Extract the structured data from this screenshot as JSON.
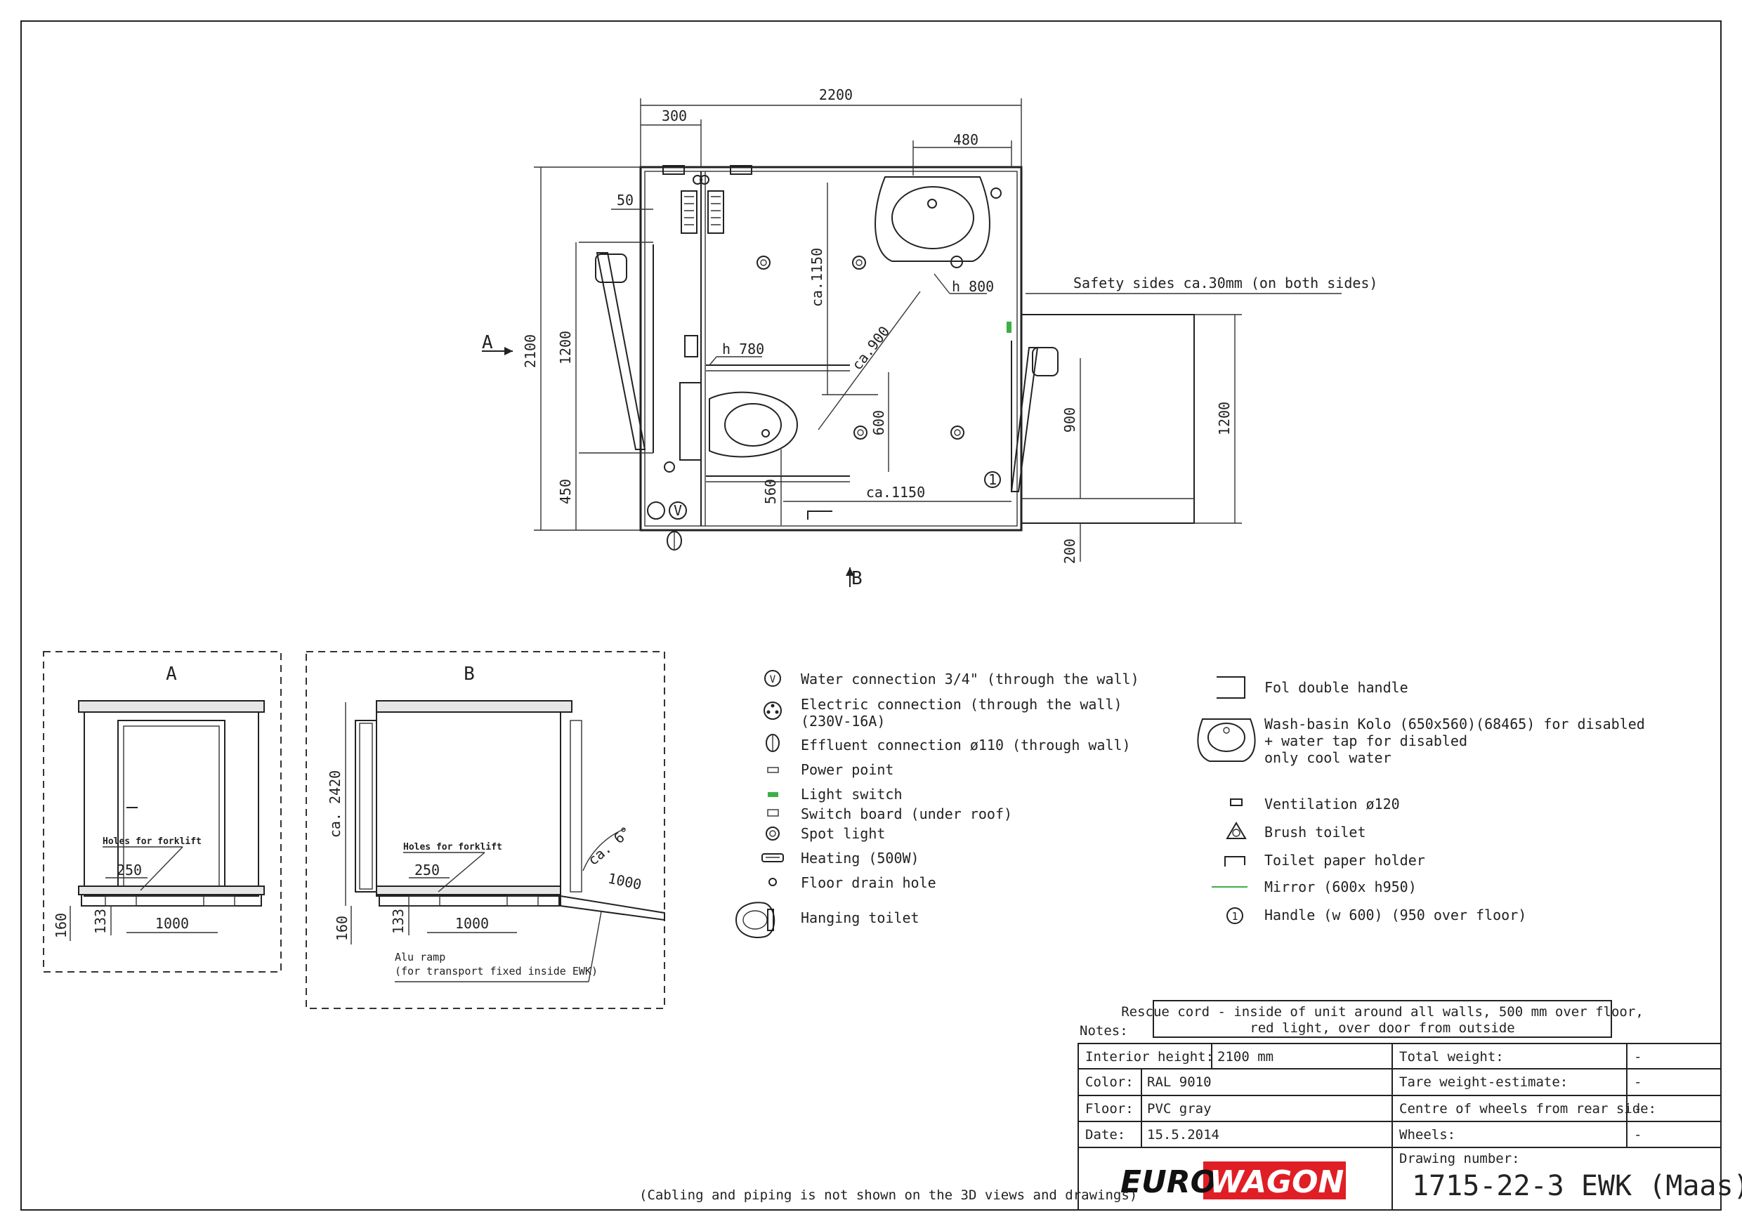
{
  "plan": {
    "dims": {
      "d2200": "2200",
      "d300": "300",
      "d480": "480",
      "d50": "50",
      "d2100": "2100",
      "d1200a": "1200",
      "d450": "450",
      "dca1150v": "ca.1150",
      "dca900": "ca.900",
      "h800": "h 800",
      "h780": "h 780",
      "d600": "600",
      "d560": "560",
      "dca1150h": "ca.1150",
      "d900": "900",
      "d1200b": "1200",
      "d200": "200"
    },
    "safety_note": "Safety sides ca.30mm (on both sides)",
    "section_a": "A",
    "section_b": "B",
    "handle_marker": "1",
    "water_marker": "V"
  },
  "view_a": {
    "title": "A",
    "forklift_label": "Holes for forklift",
    "d250": "250",
    "d1000": "1000",
    "d160": "160",
    "d133": "133"
  },
  "view_b": {
    "title": "B",
    "height": "ca. 2420",
    "forklift_label": "Holes for forklift",
    "d250": "250",
    "d1000": "1000",
    "d160": "160",
    "d133": "133",
    "ramp_len": "1000",
    "ramp_angle": "ca. 6°",
    "ramp_label_1": "Alu ramp",
    "ramp_label_2": "(for transport fixed inside EWK)"
  },
  "legend_left": [
    {
      "icon": "water-connection-icon",
      "text": "Water connection 3/4\" (through the wall)"
    },
    {
      "icon": "electric-connection-icon",
      "text": "Electric connection (through the wall)",
      "text2": "(230V-16A)"
    },
    {
      "icon": "effluent-connection-icon",
      "text": "Effluent connection ø110 (through wall)"
    },
    {
      "icon": "power-point-icon",
      "text": "Power point"
    },
    {
      "icon": "light-switch-icon",
      "text": "Light switch"
    },
    {
      "icon": "switch-board-icon",
      "text": "Switch board (under roof)"
    },
    {
      "icon": "spot-light-icon",
      "text": "Spot light"
    },
    {
      "icon": "heating-icon",
      "text": "Heating (500W)"
    },
    {
      "icon": "floor-drain-icon",
      "text": "Floor drain hole"
    },
    {
      "icon": "hanging-toilet-icon",
      "text": "Hanging toilet"
    }
  ],
  "legend_right": [
    {
      "icon": "fol-double-handle-icon",
      "text": "Fol double handle"
    },
    {
      "icon": "wash-basin-icon",
      "text": "Wash-basin Kolo (650x560)(68465) for disabled",
      "text2": "+ water tap for disabled",
      "text3": "only cool water"
    },
    {
      "icon": "ventilation-icon",
      "text": "Ventilation ø120"
    },
    {
      "icon": "brush-toilet-icon",
      "text": "Brush toilet"
    },
    {
      "icon": "toilet-paper-holder-icon",
      "text": "Toilet paper holder"
    },
    {
      "icon": "mirror-icon",
      "text": "Mirror (600x h950)"
    },
    {
      "icon": "handle-icon",
      "text": "Handle (w 600) (950 over floor)",
      "marker": "1"
    }
  ],
  "notes": {
    "label": "Notes:",
    "line1": "Rescue cord - inside of unit around all walls, 500 mm over floor,",
    "line2": "red light, over door from outside"
  },
  "title_block": {
    "interior_height_label": "Interior height:",
    "interior_height_value": "2100 mm",
    "color_label": "Color:",
    "color_value": "RAL 9010",
    "floor_label": "Floor:",
    "floor_value": "PVC gray",
    "date_label": "Date:",
    "date_value": "15.5.2014",
    "total_weight_label": "Total weight:",
    "total_weight_value": "-",
    "tare_weight_label": "Tare weight-estimate:",
    "tare_weight_value": "-",
    "wheels_centre_label": "Centre of wheels from rear side:",
    "wheels_centre_value": "-",
    "wheels_label": "Wheels:",
    "wheels_value": "-",
    "drawing_number_label": "Drawing number:",
    "drawing_number": "1715-22-3 EWK (Maas)"
  },
  "logo": {
    "euro": "EURO",
    "wagon": "WAGON",
    "red": "#e01e25"
  },
  "footer_note": "(Cabling and piping is not shown on the 3D views and drawings)",
  "colors": {
    "light_switch": "#3cb043",
    "mirror": "#3cb043"
  }
}
